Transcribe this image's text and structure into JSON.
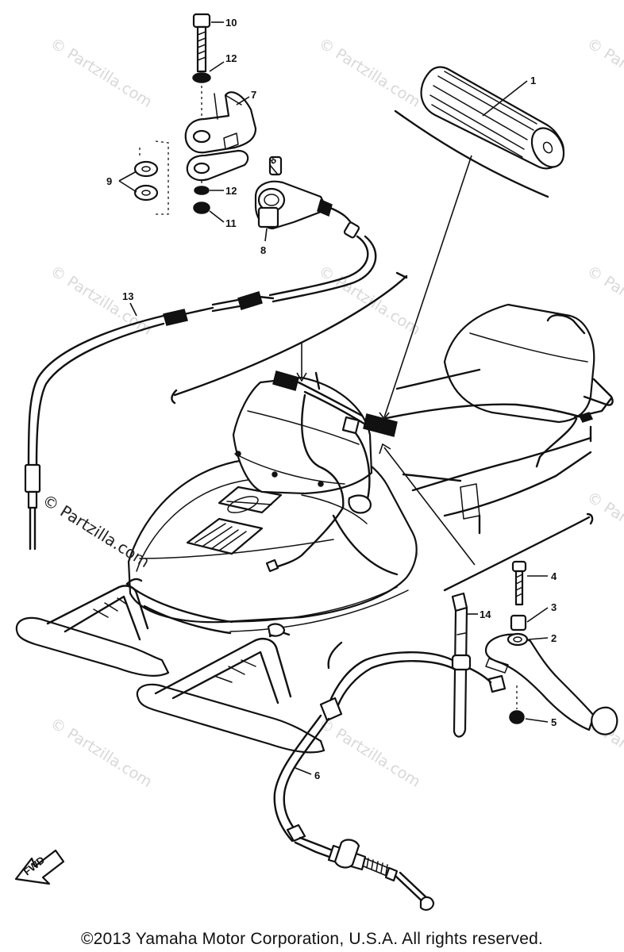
{
  "watermark": {
    "text": "© Partzilla.com",
    "strong_text": "© Partzilla.com"
  },
  "direction_arrow": {
    "label": "FWD"
  },
  "callouts": {
    "c1": "1",
    "c2": "2",
    "c3": "3",
    "c4": "4",
    "c5": "5",
    "c6": "6",
    "c7": "7",
    "c8a": "8",
    "c8b": "8",
    "c9": "9",
    "c10": "10",
    "c11": "11",
    "c12a": "12",
    "c12b": "12",
    "c13": "13",
    "c14": "14"
  },
  "copyright": "©2013 Yamaha Motor Corporation, U.S.A. All rights reserved."
}
